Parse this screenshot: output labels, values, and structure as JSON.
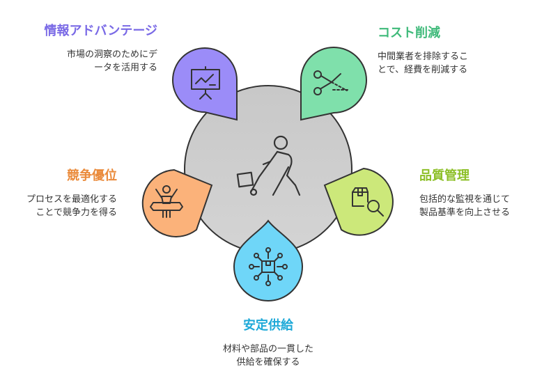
{
  "colors": {
    "center": "#cccccc",
    "stroke": "#333333",
    "info": "#9b8cf8",
    "info_title": "#7a6ae6",
    "cost": "#7fe0ab",
    "cost_title": "#3fba7a",
    "quality": "#cce87a",
    "quality_title": "#8cbf26",
    "supply": "#6fd6f8",
    "supply_title": "#1ea9d8",
    "advantage": "#fbb27a",
    "advantage_title": "#ea8a3a"
  },
  "nodes": {
    "info": {
      "title": "情報アドバンテージ",
      "desc_lines": [
        "市場の洞察のためにデ",
        "ータを活用する"
      ],
      "icon": "presentation-chart-icon"
    },
    "cost": {
      "title": "コスト削減",
      "desc_lines": [
        "中間業者を排除するこ",
        "とで、経費を削減する"
      ],
      "icon": "scissors-icon"
    },
    "quality": {
      "title": "品質管理",
      "desc_lines": [
        "包括的な監視を通じて",
        "製品基準を向上させる"
      ],
      "icon": "box-inspect-icon"
    },
    "supply": {
      "title": "安定供給",
      "desc_lines": [
        "材料や部品の一貫した",
        "供給を確保する"
      ],
      "icon": "network-box-icon"
    },
    "advantage": {
      "title": "競争優位",
      "desc_lines": [
        "プロセスを最適化する",
        "ことで競争力を得る"
      ],
      "icon": "winner-icon"
    }
  },
  "center": {
    "icon": "person-pushing-cart-icon"
  }
}
